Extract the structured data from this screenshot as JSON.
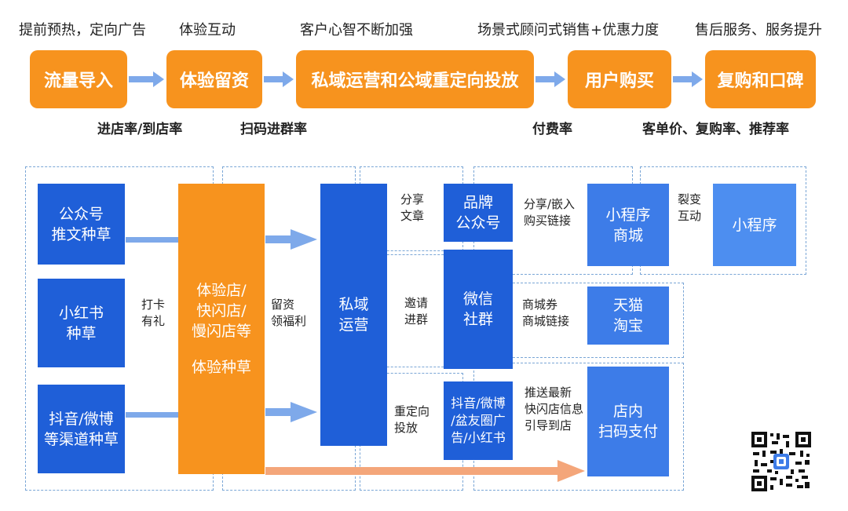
{
  "top_labels": [
    "提前预热，定向广告",
    "体验互动",
    "客户心智不断加强",
    "场景式顾问式销售+优惠力度",
    "售后服务、服务提升"
  ],
  "stages": [
    "流量导入",
    "体验留资",
    "私域运营和公域重定向投放",
    "用户购买",
    "复购和口碑"
  ],
  "metrics": [
    "进店率/到店率",
    "扫码进群率",
    "付费率",
    "客单价、复购率、推荐率"
  ],
  "left_boxes": [
    {
      "line1": "公众号",
      "line2": "推文种草"
    },
    {
      "line1": "小红书",
      "line2": "种草"
    },
    {
      "line1": "抖音/微博",
      "line2": "等渠道种草"
    }
  ],
  "checkin_note": {
    "line1": "打卡",
    "line2": "有礼"
  },
  "experience_box": {
    "line1": "体验店/",
    "line2": "快闪店/",
    "line3": "慢闪店等",
    "line4": "体验种草"
  },
  "retain_note": {
    "line1": "留资",
    "line2": "领福利"
  },
  "private_box": {
    "line1": "私域",
    "line2": "运营"
  },
  "private_notes": [
    {
      "line1": "分享",
      "line2": "文章"
    },
    {
      "line1": "邀请",
      "line2": "进群"
    },
    {
      "line1": "重定向",
      "line2": "投放"
    }
  ],
  "channel_boxes": [
    {
      "line1": "品牌",
      "line2": "公众号"
    },
    {
      "line1": "微信",
      "line2": "社群"
    },
    {
      "line1": "抖音/微博",
      "line2": "/盆友圈广",
      "line3": "告/小红书"
    }
  ],
  "channel_notes": [
    {
      "line1": "分享/嵌入",
      "line2": "购买链接"
    },
    {
      "line1": "商城券",
      "line2": "商城链接"
    },
    {
      "line1": "推送最新",
      "line2": "快闪店信息",
      "line3": "引导到店"
    }
  ],
  "purchase_boxes": [
    {
      "line1": "小程序",
      "line2": "商城"
    },
    {
      "line1": "天猫",
      "line2": "淘宝"
    },
    {
      "line1": "店内",
      "line2": "扫码支付"
    }
  ],
  "fission_note": {
    "line1": "裂变",
    "line2": "互动"
  },
  "repurchase_box": "小程序",
  "colors": {
    "orange": "#f7931e",
    "blue_dark": "#1f5fd8",
    "blue_mid": "#3d7ce8",
    "blue_light": "#4d8ef0",
    "arrow": "#7ea9ea",
    "salmon": "#f4a67a"
  }
}
